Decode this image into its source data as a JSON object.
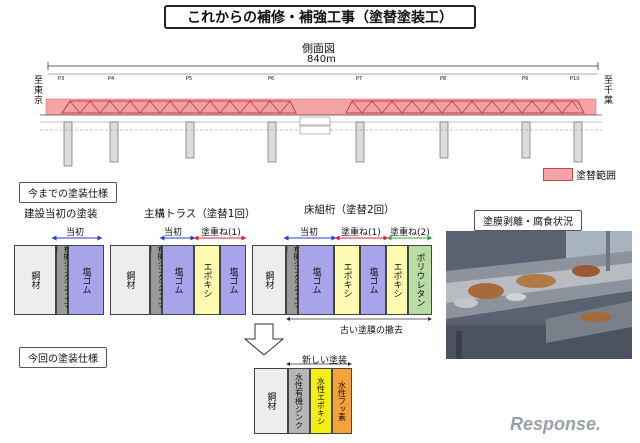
{
  "title": "これからの補修・補強工事（塗替塗装工）",
  "elevation": {
    "heading": "側面図",
    "length": "840m",
    "left_end": [
      "至",
      "東",
      "京"
    ],
    "right_end": [
      "至",
      "千",
      "葉"
    ],
    "legend_label": "塗替範囲",
    "pier_labels": [
      "P3",
      "P4",
      "P5",
      "P6",
      "P7",
      "P8",
      "P9",
      "P10"
    ]
  },
  "section_current": "今までの塗装仕様",
  "section_new": "今回の塗装仕様",
  "spec_initial": {
    "title": "建設当初の塗装",
    "header": "当初",
    "layers": [
      "鋼材",
      "有機ジンクプライマー",
      "塩ゴム"
    ]
  },
  "spec_truss": {
    "title": "主構トラス（塗替1回）",
    "header_initial": "当初",
    "header_recoat": "塗重ね(1)",
    "layers": [
      "鋼材",
      "有機ジンクプライマー",
      "塩ゴム",
      "エポキシ",
      "塩ゴム"
    ]
  },
  "spec_floor": {
    "title": "床組桁（塗替2回）",
    "header_initial": "当初",
    "header_recoat1": "塗重ね(1)",
    "header_recoat2": "塗重ね(2)",
    "layers": [
      "鋼材",
      "有機ジンクプライマー",
      "塩ゴム",
      "エポキシ",
      "塩ゴム",
      "エポキシ",
      "ポリウレタン"
    ],
    "removal_label": "古い塗膜の撤去"
  },
  "spec_new": {
    "header": "新しい塗装",
    "layers": [
      "鋼材",
      "水性有機ジンク",
      "水性エポキシ",
      "水性フッ素"
    ]
  },
  "photo": {
    "caption": "塗膜剥離・腐食状況"
  },
  "watermark": "Response.",
  "colors": {
    "recoat_range": "#f4a3a8",
    "steel": "#ededed",
    "primer": "#9a9a9a",
    "chlorinated_rubber": "#a8a4ec",
    "epoxy": "#fdfbb0",
    "polyurethane": "#b8dca4",
    "water_zinc": "#b6b6b6",
    "water_epoxy": "#f4ee14",
    "water_fluorine": "#f7a13a",
    "arrow_blue": "#2b3fc4",
    "arrow_red": "#d8263c",
    "arrow_green": "#3fa43b"
  }
}
